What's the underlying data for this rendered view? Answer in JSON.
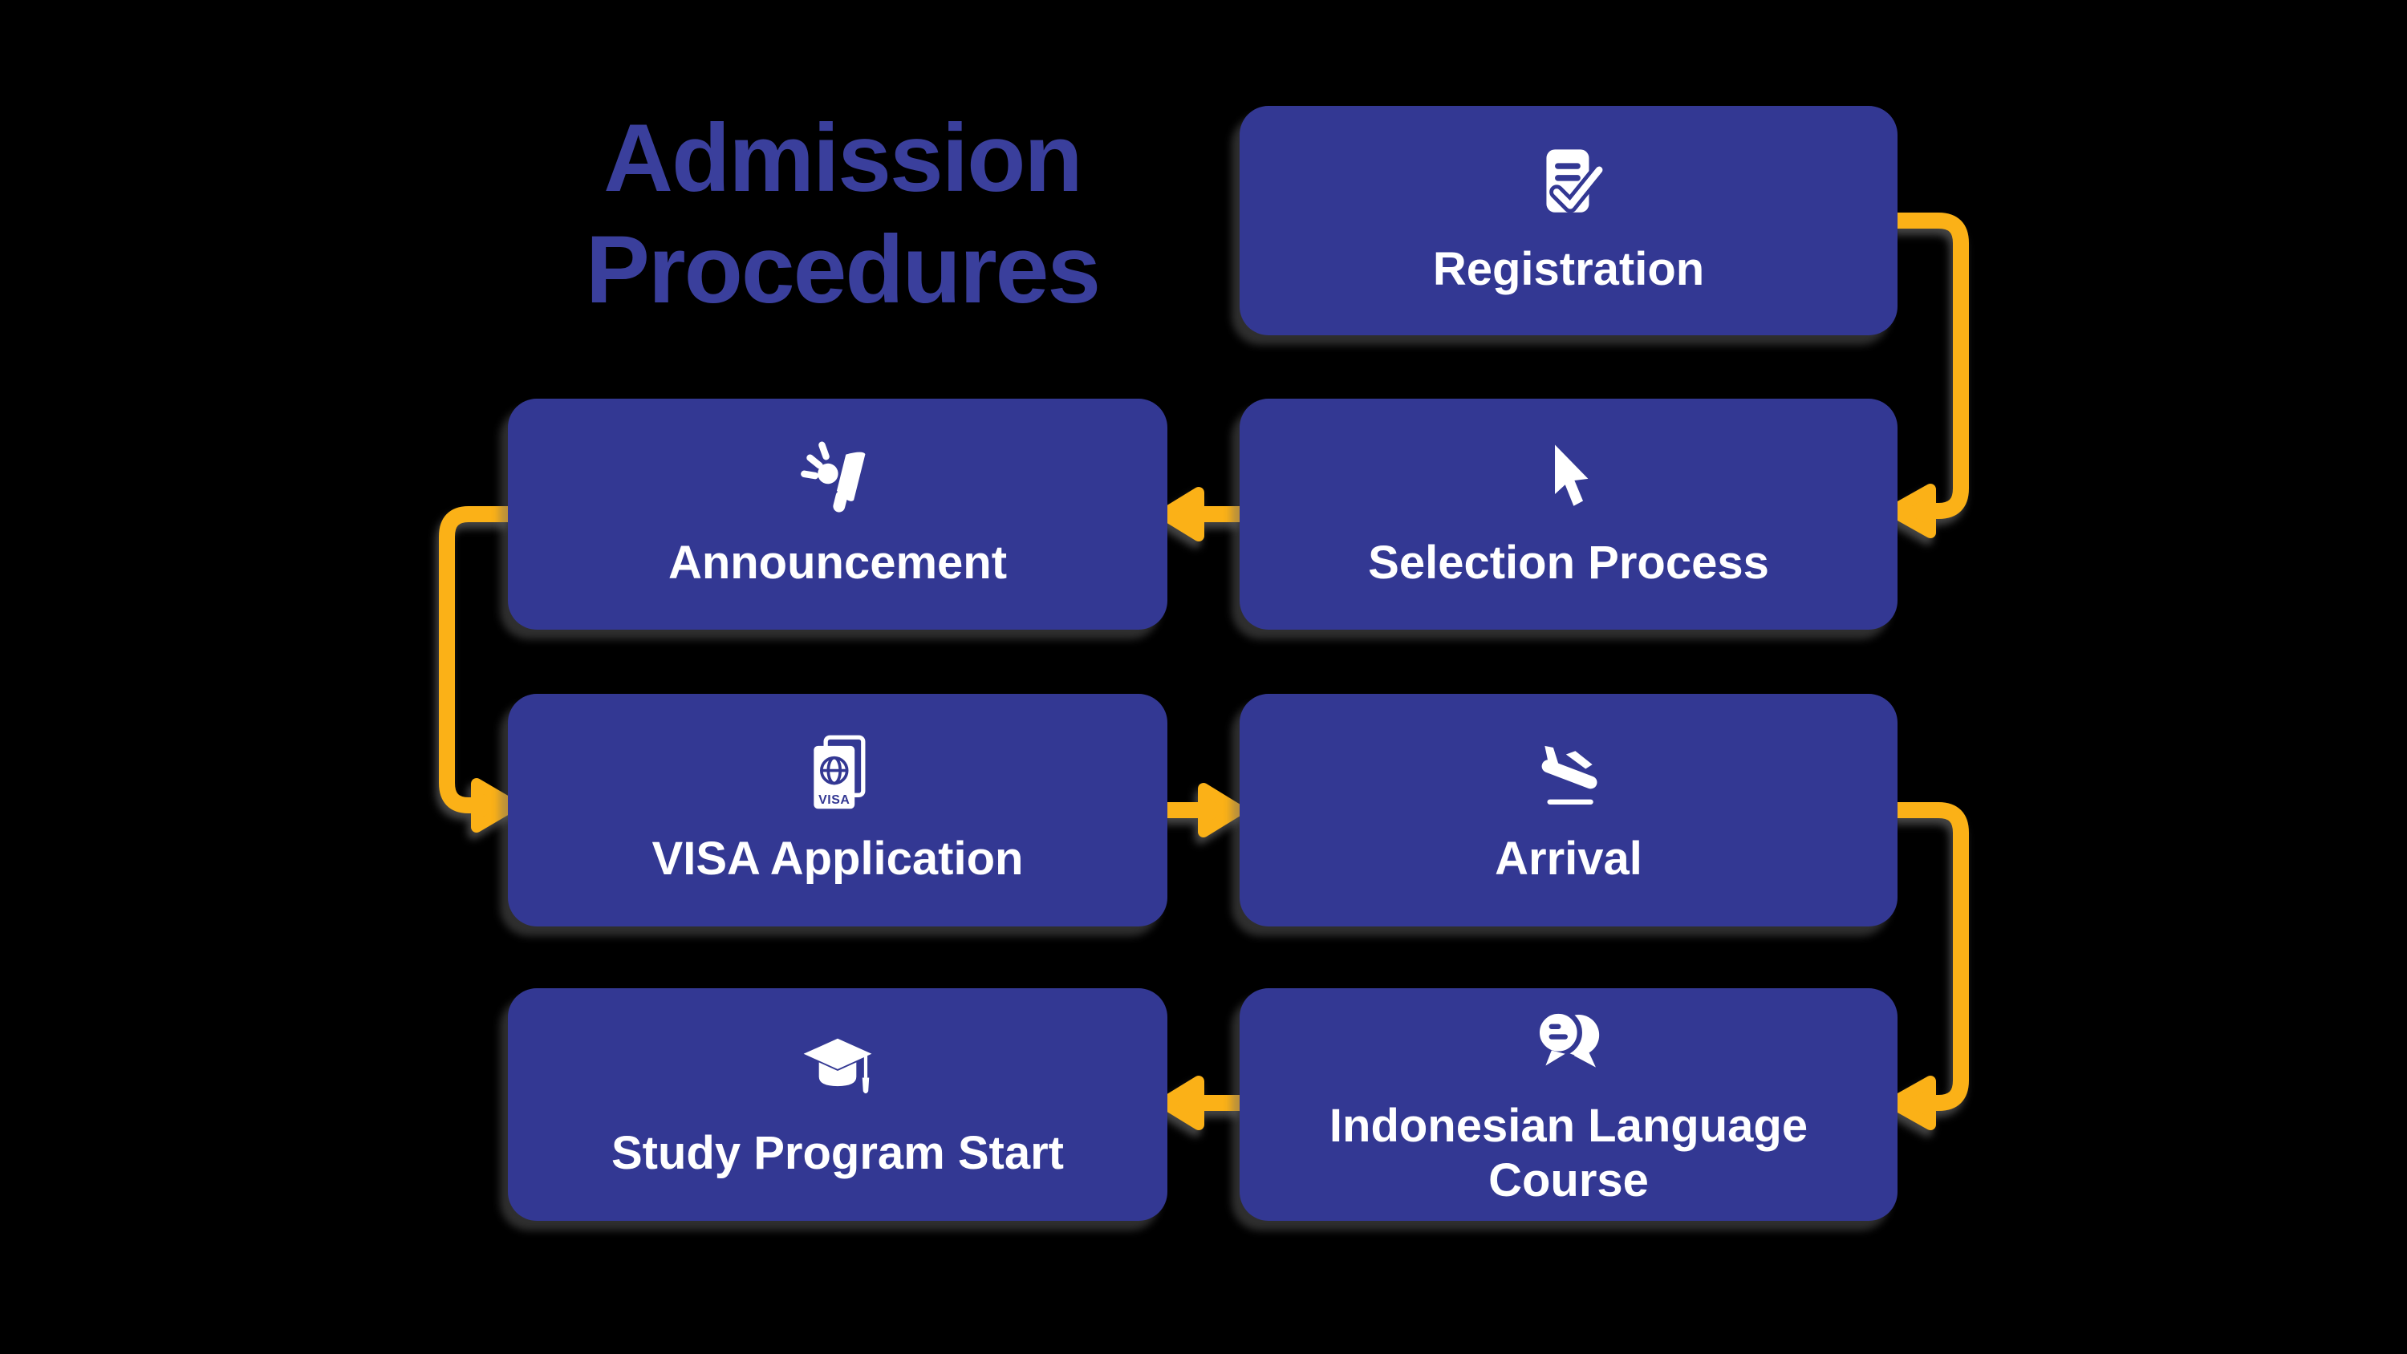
{
  "title": {
    "line1": "Admission",
    "line2": "Procedures"
  },
  "steps": [
    {
      "id": "registration",
      "label": "Registration",
      "icon": "document-check-icon"
    },
    {
      "id": "selection-process",
      "label": "Selection Process",
      "icon": "cursor-icon"
    },
    {
      "id": "announcement",
      "label": "Announcement",
      "icon": "megaphone-icon"
    },
    {
      "id": "visa-application",
      "label": "VISA Application",
      "icon": "passport-visa-icon"
    },
    {
      "id": "arrival",
      "label": "Arrival",
      "icon": "plane-landing-icon"
    },
    {
      "id": "indonesian-language-course",
      "label": "Indonesian Language Course",
      "icon": "chat-bubbles-icon"
    },
    {
      "id": "study-program-start",
      "label": "Study Program Start",
      "icon": "graduation-cap-icon"
    }
  ],
  "flow_connections": [
    {
      "from": "Registration",
      "to": "Selection Process"
    },
    {
      "from": "Selection Process",
      "to": "Announcement"
    },
    {
      "from": "Announcement",
      "to": "VISA Application"
    },
    {
      "from": "VISA Application",
      "to": "Arrival"
    },
    {
      "from": "Arrival",
      "to": "Indonesian Language Course"
    },
    {
      "from": "Indonesian Language Course",
      "to": "Study Program Start"
    }
  ],
  "icon_labels": {
    "passport_text": "VISA"
  },
  "colors": {
    "background": "#000000",
    "box_fill": "#333893",
    "title_text": "#3A3F9C",
    "arrow": "#FBB117",
    "box_text": "#FFFFFF"
  }
}
